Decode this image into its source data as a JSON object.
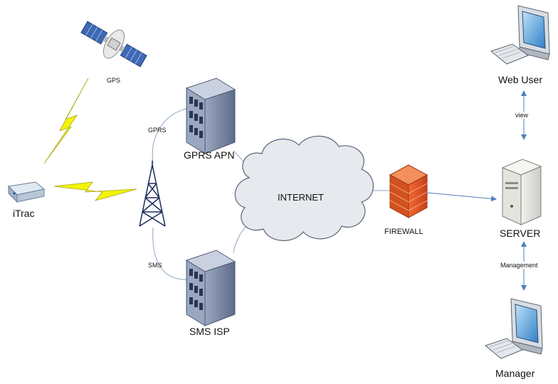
{
  "nodes": {
    "gps": {
      "label": "GPS",
      "icon": "satellite-icon"
    },
    "itrac": {
      "label": "iTrac",
      "icon": "tracker-device-icon"
    },
    "gprs_apn": {
      "label": "GPRS APN",
      "icon": "server-rack-icon"
    },
    "sms_isp": {
      "label": "SMS ISP",
      "icon": "server-rack-icon"
    },
    "tower": {
      "icon": "cell-tower-icon"
    },
    "internet": {
      "label": "INTERNET",
      "icon": "cloud-icon"
    },
    "firewall": {
      "label": "FIREWALL",
      "icon": "firewall-icon"
    },
    "server": {
      "label": "SERVER",
      "icon": "server-tower-icon"
    },
    "web_user": {
      "label": "Web User",
      "icon": "desktop-computer-icon"
    },
    "manager": {
      "label": "Manager",
      "icon": "desktop-computer-icon"
    }
  },
  "edges": {
    "gprs": {
      "label": "GPRS"
    },
    "sms": {
      "label": "SMS"
    },
    "view": {
      "label": "view"
    },
    "management": {
      "label": "Management"
    }
  },
  "colors": {
    "lightning": "#f4f400",
    "firewall": "#e8501c",
    "rack": "#7b8aa6",
    "cloud": "#e6e9ee",
    "arrow": "#4f7fbf"
  }
}
